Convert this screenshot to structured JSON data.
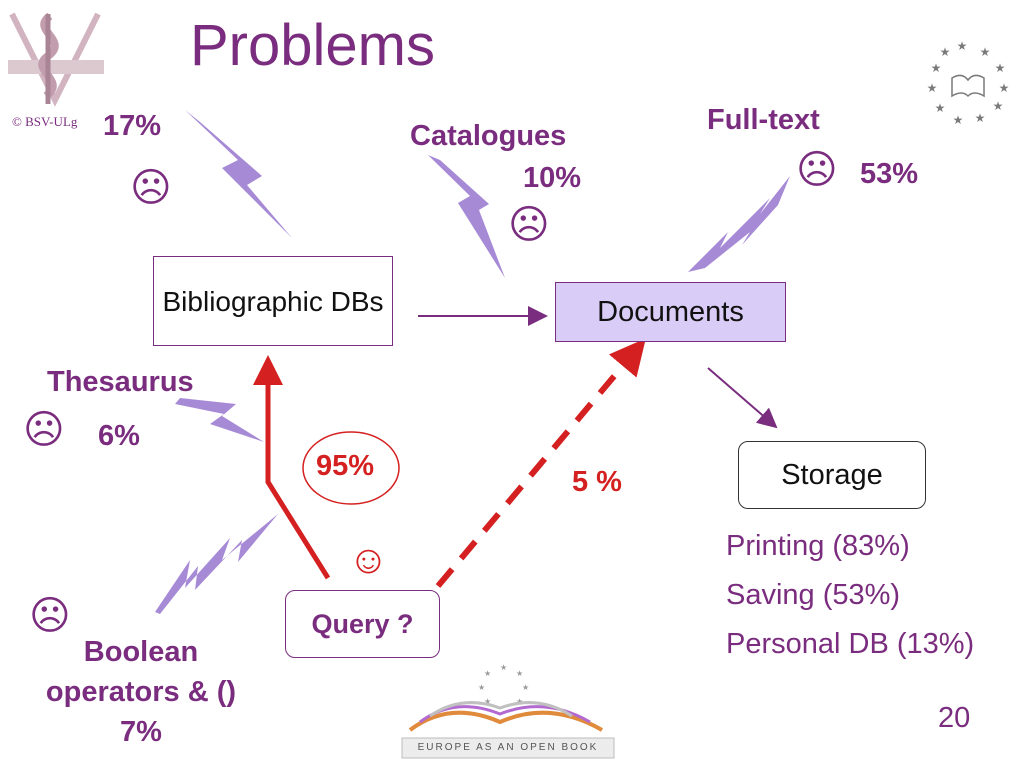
{
  "slide": {
    "title": "Problems",
    "copyright": "© BSV-ULg",
    "page_number": "20"
  },
  "nodes": {
    "bibliographic": "Bibliographic DBs",
    "documents": "Documents",
    "storage": "Storage",
    "query": "Query ?"
  },
  "problems": {
    "top_left_pct": "17%",
    "catalogues_label": "Catalogues",
    "catalogues_pct": "10%",
    "fulltext_label": "Full-text",
    "fulltext_pct": "53%",
    "thesaurus_label": "Thesaurus",
    "thesaurus_pct": "6%",
    "boolean_label_1": "Boolean",
    "boolean_label_2": "operators & ()",
    "boolean_pct": "7%"
  },
  "paths": {
    "bibliographic_pct": "95%",
    "documents_pct": "5 %"
  },
  "storage_uses": [
    "Printing (83%)",
    "Saving (53%)",
    "Personal DB (13%)"
  ],
  "logo": {
    "banner_text": "EUROPE AS AN OPEN BOOK"
  },
  "icons": {
    "sad": "☹",
    "happy": "☺"
  },
  "colors": {
    "accent_purple": "#7a2d7e",
    "lightning": "#a78ad6",
    "path_red": "#d42020",
    "documents_fill": "#d9ccf7"
  }
}
